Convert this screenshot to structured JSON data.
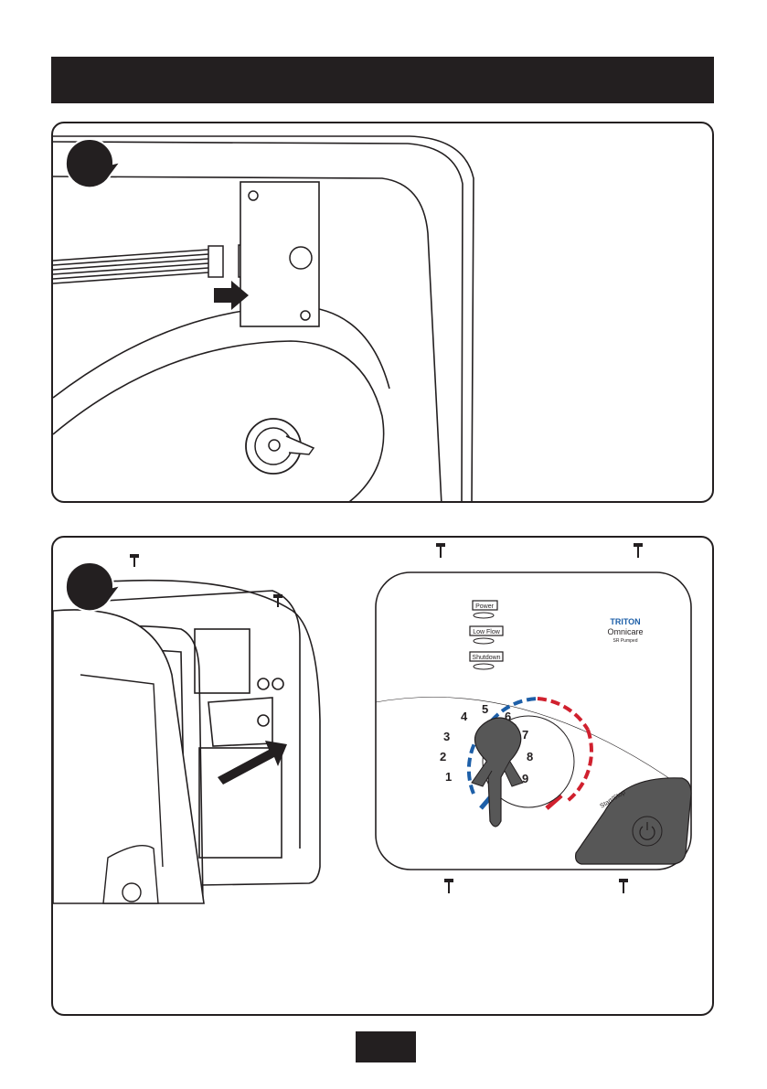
{
  "panel2": {
    "indicators": [
      "Power",
      "Low Flow",
      "Shutdown"
    ],
    "brand": "TRITON",
    "model": "Omnicare",
    "variant": "SR Pumped",
    "dial_numbers": [
      "1",
      "2",
      "3",
      "4",
      "5",
      "6",
      "7",
      "8",
      "9"
    ],
    "button_label": "Start/Stop"
  },
  "colors": {
    "ink": "#231f20",
    "cold": "#1d5fa8",
    "hot": "#d0202e",
    "button_fill": "#575757"
  }
}
